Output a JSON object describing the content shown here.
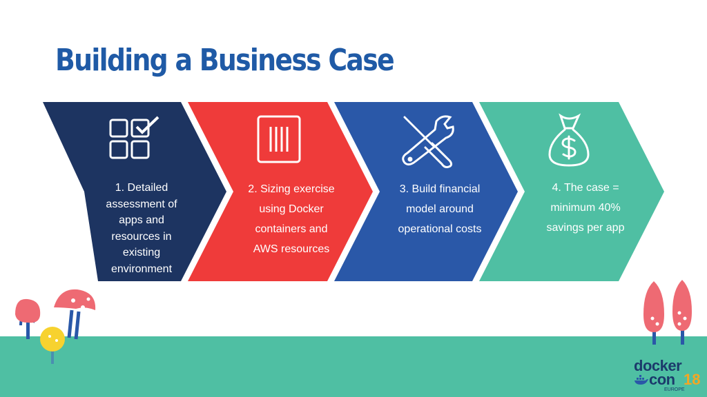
{
  "slide": {
    "title": "Building a Business Case"
  },
  "steps": [
    {
      "text": [
        "1. Detailed",
        "assessment of",
        "apps and",
        "resources in",
        "existing",
        "environment"
      ],
      "color": "#1d3461",
      "icon": "checklist-grid-icon"
    },
    {
      "text": [
        "2. Sizing exercise",
        "using Docker",
        "containers and",
        "AWS resources"
      ],
      "color": "#ef3b3a",
      "icon": "container-box-icon"
    },
    {
      "text": [
        "3. Build financial",
        "model around",
        "operational costs"
      ],
      "color": "#2a58a8",
      "icon": "wrench-screwdriver-icon"
    },
    {
      "text": [
        "4. The case =",
        "minimum 40%",
        "savings per app"
      ],
      "color": "#4fbfa3",
      "icon": "money-bag-icon"
    }
  ],
  "logo": {
    "word1": "docker",
    "word2": "con",
    "number": "18",
    "edition": "EUROPE"
  },
  "colors": {
    "title": "#1f5aa6",
    "ground": "#4fbfa3",
    "tree_pink": "#ee6a73",
    "tree_trunk": "#2a58a8",
    "tree_yellow": "#f7d22f"
  }
}
